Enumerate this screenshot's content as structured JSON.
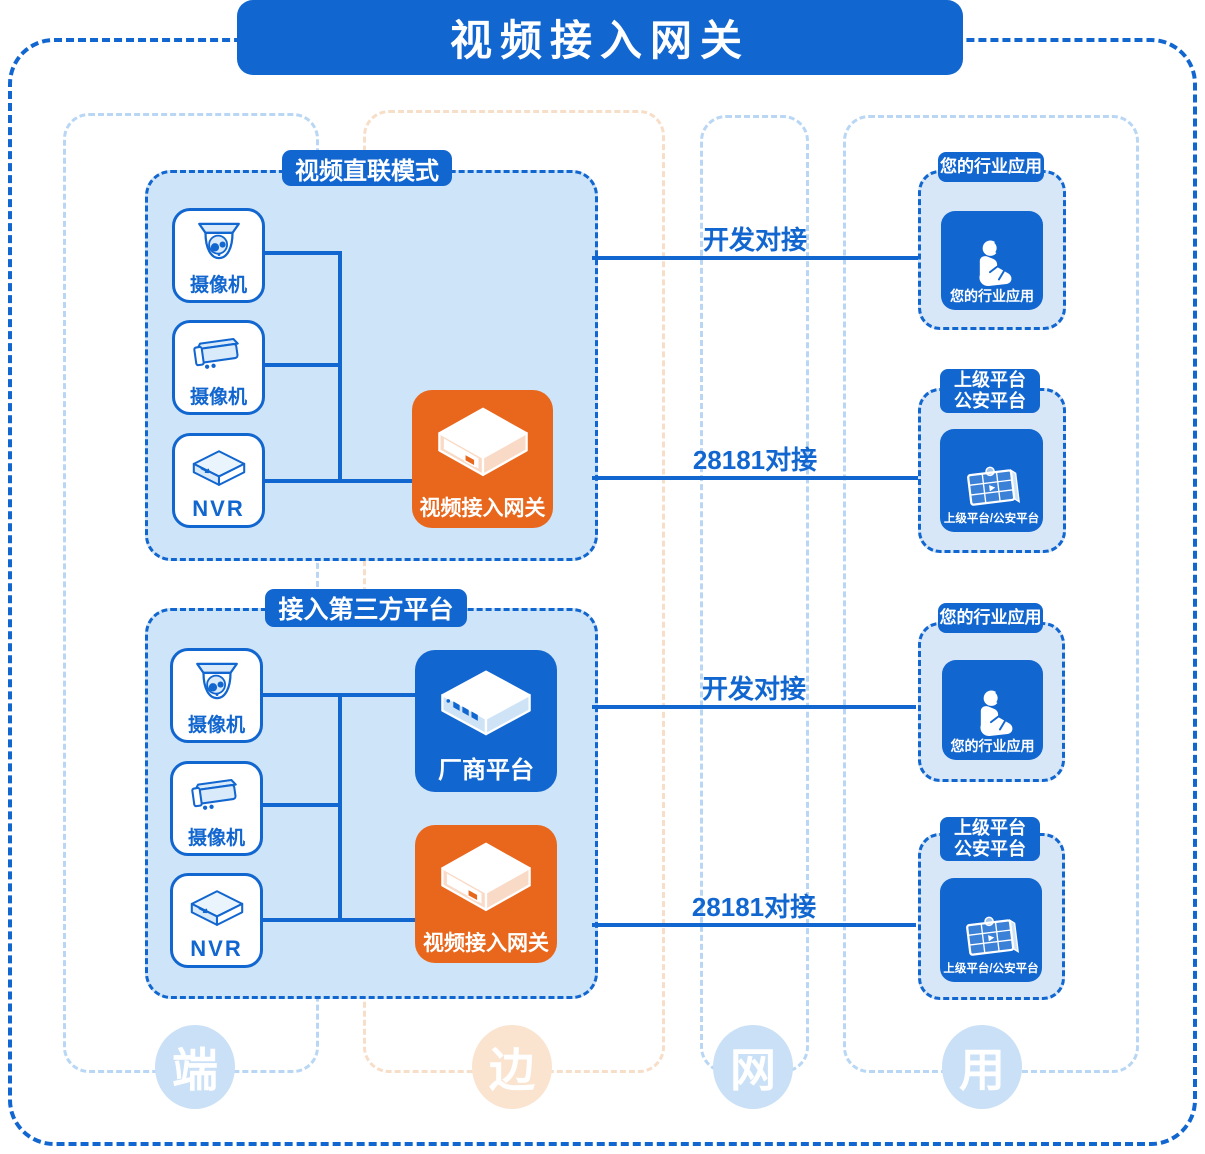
{
  "title": "视频接入网关",
  "columns": [
    {
      "label": "端"
    },
    {
      "label": "边"
    },
    {
      "label": "网"
    },
    {
      "label": "用"
    }
  ],
  "groups": [
    {
      "badge": "视频直联模式",
      "devices": [
        {
          "label": "摄像机",
          "icon": "dome-camera"
        },
        {
          "label": "摄像机",
          "icon": "bullet-camera"
        },
        {
          "label": "NVR",
          "icon": "nvr"
        }
      ],
      "gateway": {
        "label": "视频接入网关",
        "icon": "gateway-chassis"
      }
    },
    {
      "badge": "接入第三方平台",
      "devices": [
        {
          "label": "摄像机",
          "icon": "dome-camera"
        },
        {
          "label": "摄像机",
          "icon": "bullet-camera"
        },
        {
          "label": "NVR",
          "icon": "nvr"
        }
      ],
      "vendor": {
        "label": "厂商平台",
        "icon": "mini-pc"
      },
      "gateway": {
        "label": "视频接入网关",
        "icon": "gateway-chassis"
      }
    }
  ],
  "links": [
    {
      "label": "开发对接"
    },
    {
      "label": "28181对接"
    },
    {
      "label": "开发对接"
    },
    {
      "label": "28181对接"
    }
  ],
  "right_boxes": [
    {
      "badge": "您的行业应用",
      "label": "您的行业应用",
      "icon": "person"
    },
    {
      "badge_line1": "上级平台",
      "badge_line2": "公安平台",
      "label": "上级平台/公安平台",
      "icon": "video-wall"
    },
    {
      "badge": "您的行业应用",
      "label": "您的行业应用",
      "icon": "person"
    },
    {
      "badge_line1": "上级平台",
      "badge_line2": "公安平台",
      "label": "上级平台/公安平台",
      "icon": "video-wall"
    }
  ],
  "colors": {
    "primary_blue": "#1166CF",
    "orange": "#E8671C",
    "panel_fill": "#CEE4F8",
    "lane_blue_dash": "#B9D7F4",
    "lane_orange_dash": "#F7DEC8",
    "circle_blue": "#C9E0F6",
    "circle_orange": "#FAE4D0"
  }
}
